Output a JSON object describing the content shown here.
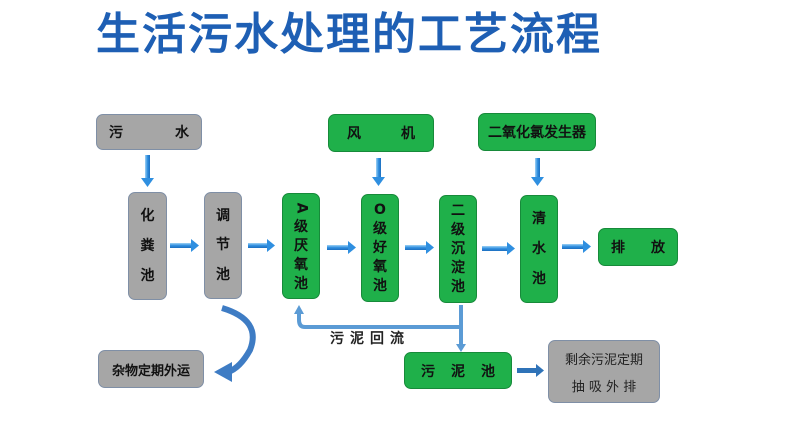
{
  "title": "生活污水处理的工艺流程",
  "nodes": {
    "sewage": [
      "污",
      "水"
    ],
    "septic_tank": [
      "化",
      "粪",
      "池"
    ],
    "regulating_tank": [
      "调",
      "节",
      "池"
    ],
    "a_tank": [
      "A",
      "级",
      "厌",
      "氧",
      "池"
    ],
    "o_tank": [
      "O",
      "级",
      "好",
      "氧",
      "池"
    ],
    "secondary_clarifier": [
      "二",
      "级",
      "沉",
      "淀",
      "池"
    ],
    "clear_water_tank": [
      "清",
      "水",
      "池"
    ],
    "discharge": [
      "排",
      "放"
    ],
    "blower": [
      "风",
      "机"
    ],
    "chlorine_dioxide_generator": "二氧化氯发生器",
    "sludge_tank": [
      "污",
      "泥",
      "池"
    ],
    "debris_removal": "杂物定期外运",
    "excess_sludge_line1": "剩余污泥定期",
    "excess_sludge_line2": "抽 吸 外 排"
  },
  "labels": {
    "sludge_return": "污泥回流"
  },
  "colors": {
    "title": "#1e5fb4",
    "green": "#1fb04a",
    "gray": "#a6a6a6",
    "arrow": "#3a8fd8"
  }
}
